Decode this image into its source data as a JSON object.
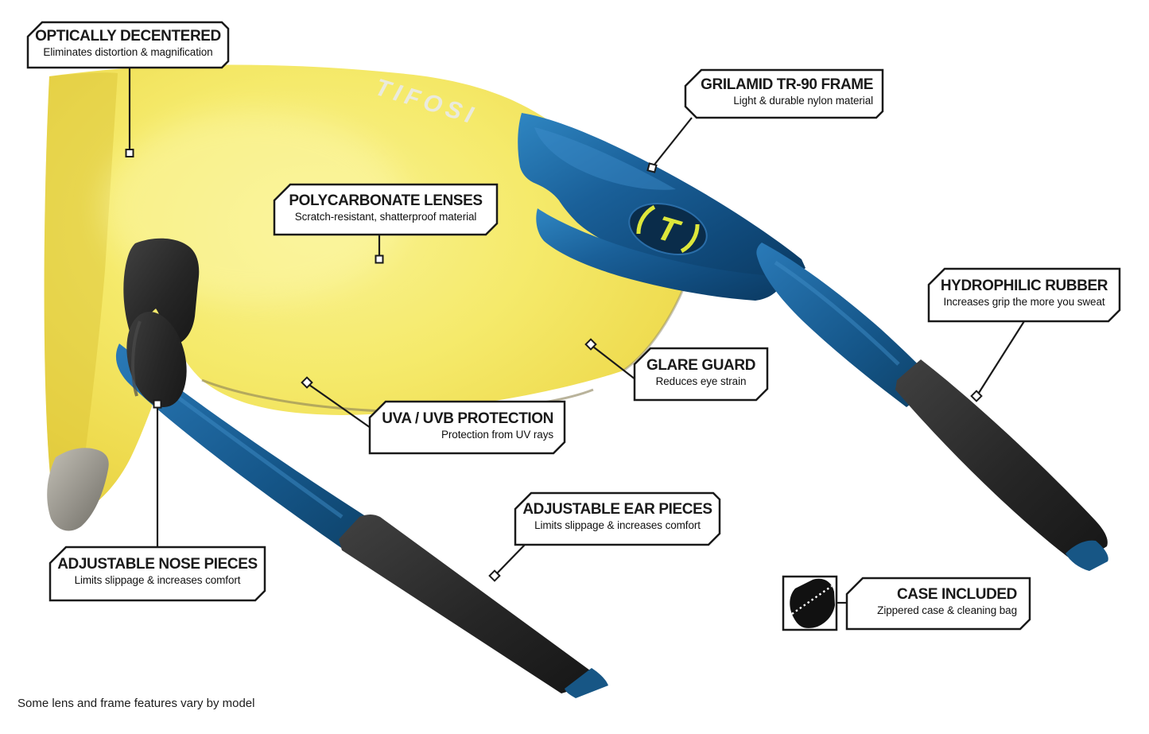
{
  "figure": {
    "lens_brand_logo": "TIFOSI",
    "frame_logo_letter": "T",
    "footnote": "Some lens and frame features vary by model"
  },
  "callouts": [
    {
      "id": "optically-decentered",
      "title": "OPTICALLY DECENTERED",
      "subtitle": "Eliminates distortion & magnification"
    },
    {
      "id": "grilamid-frame",
      "title": "GRILAMID TR-90 FRAME",
      "subtitle": "Light & durable nylon material"
    },
    {
      "id": "polycarbonate-lenses",
      "title": "POLYCARBONATE LENSES",
      "subtitle": "Scratch-resistant, shatterproof material"
    },
    {
      "id": "hydrophilic-rubber",
      "title": "HYDROPHILIC RUBBER",
      "subtitle": "Increases grip the more you sweat"
    },
    {
      "id": "glare-guard",
      "title": "GLARE GUARD",
      "subtitle": "Reduces eye strain"
    },
    {
      "id": "uva-uvb-protection",
      "title": "UVA / UVB PROTECTION",
      "subtitle": "Protection from UV rays"
    },
    {
      "id": "adjustable-ear-pieces",
      "title": "ADJUSTABLE EAR PIECES",
      "subtitle": "Limits slippage & increases comfort"
    },
    {
      "id": "adjustable-nose-pieces",
      "title": "ADJUSTABLE NOSE PIECES",
      "subtitle": "Limits slippage & increases comfort"
    },
    {
      "id": "case-included",
      "title": "CASE INCLUDED",
      "subtitle": "Zippered case & cleaning bag"
    }
  ],
  "colors": {
    "lens_yellow": "#f2e455",
    "lens_yellow_light": "#f9f18e",
    "lens_yellow_dark": "#decb39",
    "frame_blue": "#16578d",
    "frame_blue_dark": "#0c3a60",
    "frame_blue_light": "#2f83c0",
    "rubber_black": "#262626",
    "lens_edge_gray": "#9a978e",
    "line_black": "#1a1a1a",
    "logo_yellow": "#dde63b",
    "background": "#ffffff"
  }
}
